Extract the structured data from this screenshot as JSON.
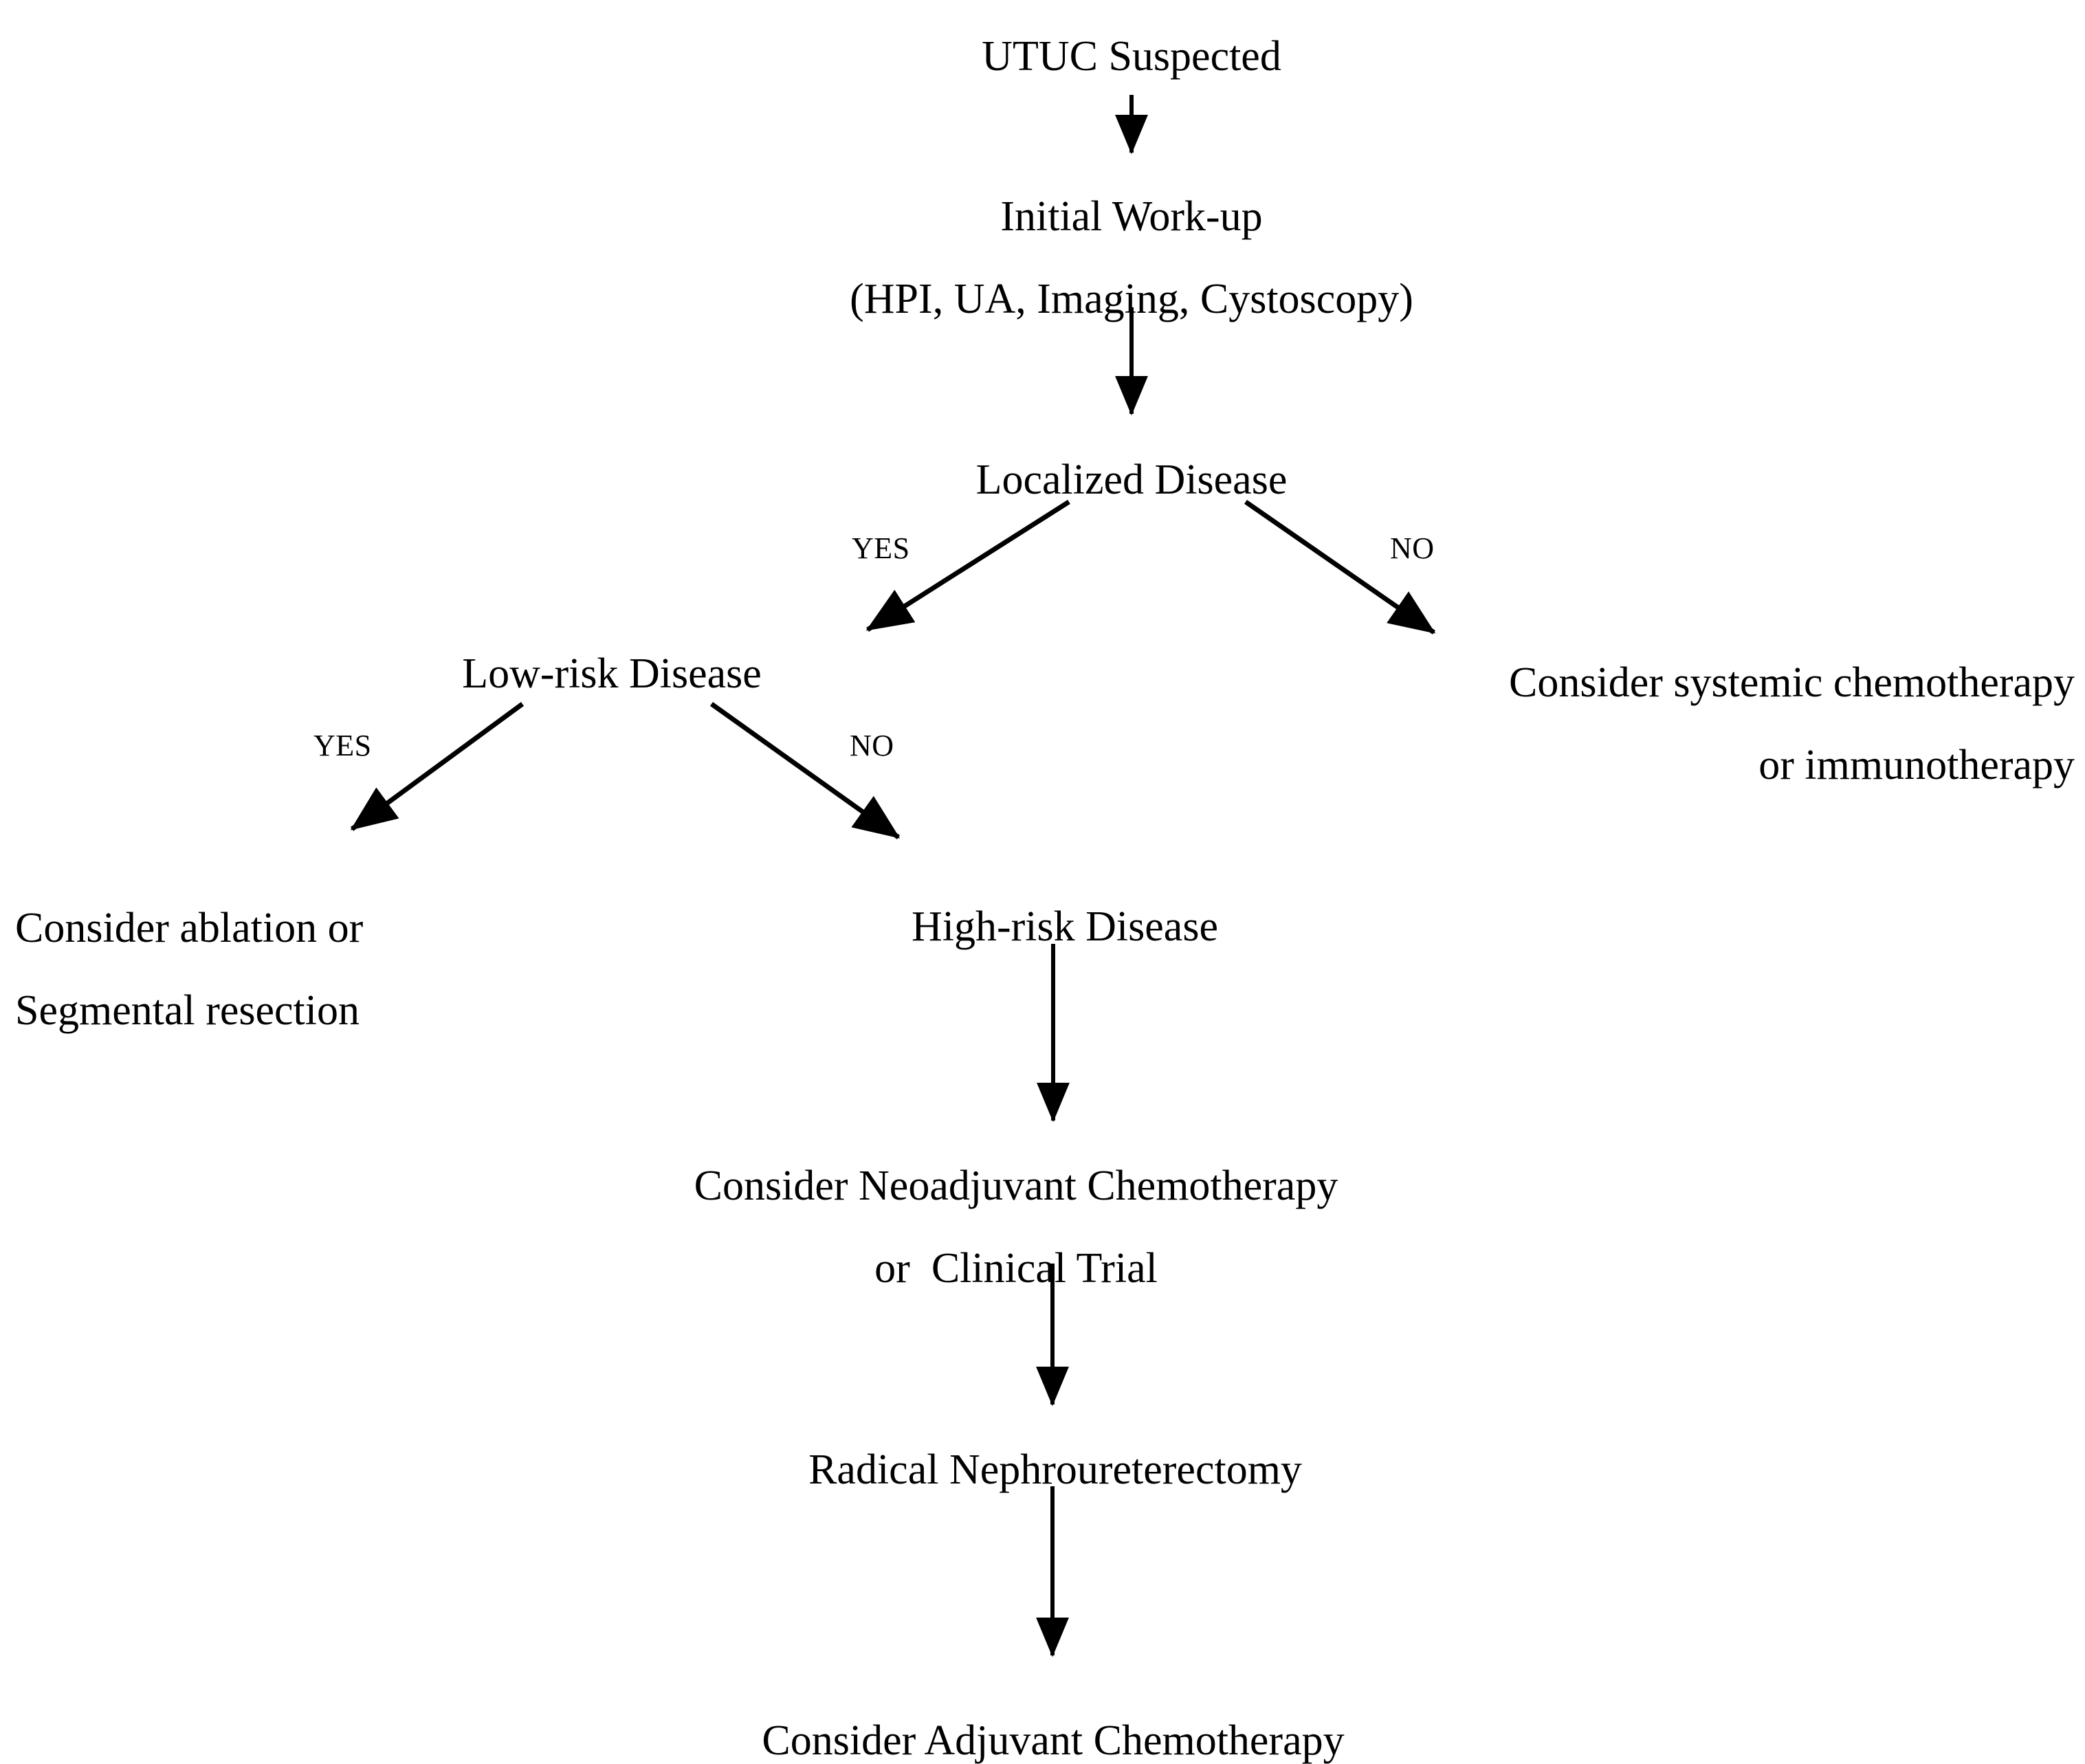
{
  "diagram": {
    "title": "UTUC Management Flowchart",
    "type": "flowchart",
    "background_color": "#ffffff",
    "line_color": "#000000",
    "text_color": "#000000",
    "nodes": [
      {
        "id": "utuc-suspected",
        "lines": [
          "UTUC Suspected"
        ]
      },
      {
        "id": "initial-workup",
        "lines": [
          "Initial Work-up",
          "(HPI, UA, Imaging, Cystoscopy)"
        ]
      },
      {
        "id": "localized-disease",
        "lines": [
          "Localized Disease"
        ]
      },
      {
        "id": "low-risk-disease",
        "lines": [
          "Low-risk Disease"
        ]
      },
      {
        "id": "systemic-therapy",
        "lines": [
          "Consider systemic chemotherapy",
          "or immunotherapy"
        ]
      },
      {
        "id": "ablation-resection",
        "lines": [
          "Consider ablation or",
          "Segmental resection"
        ]
      },
      {
        "id": "high-risk-disease",
        "lines": [
          "High-risk Disease"
        ]
      },
      {
        "id": "neoadjuvant-chemo",
        "lines": [
          "Consider Neoadjuvant Chemotherapy",
          "or  Clinical Trial"
        ]
      },
      {
        "id": "radical-nephroureterectomy",
        "lines": [
          "Radical Nephroureterectomy"
        ]
      },
      {
        "id": "adjuvant-chemo",
        "lines": [
          "Consider Adjuvant Chemotherapy"
        ]
      }
    ],
    "edge_labels": [
      {
        "id": "localized-yes",
        "text": "YES"
      },
      {
        "id": "localized-no",
        "text": "NO"
      },
      {
        "id": "lowrisk-yes",
        "text": "YES"
      },
      {
        "id": "lowrisk-no",
        "text": "NO"
      }
    ]
  }
}
